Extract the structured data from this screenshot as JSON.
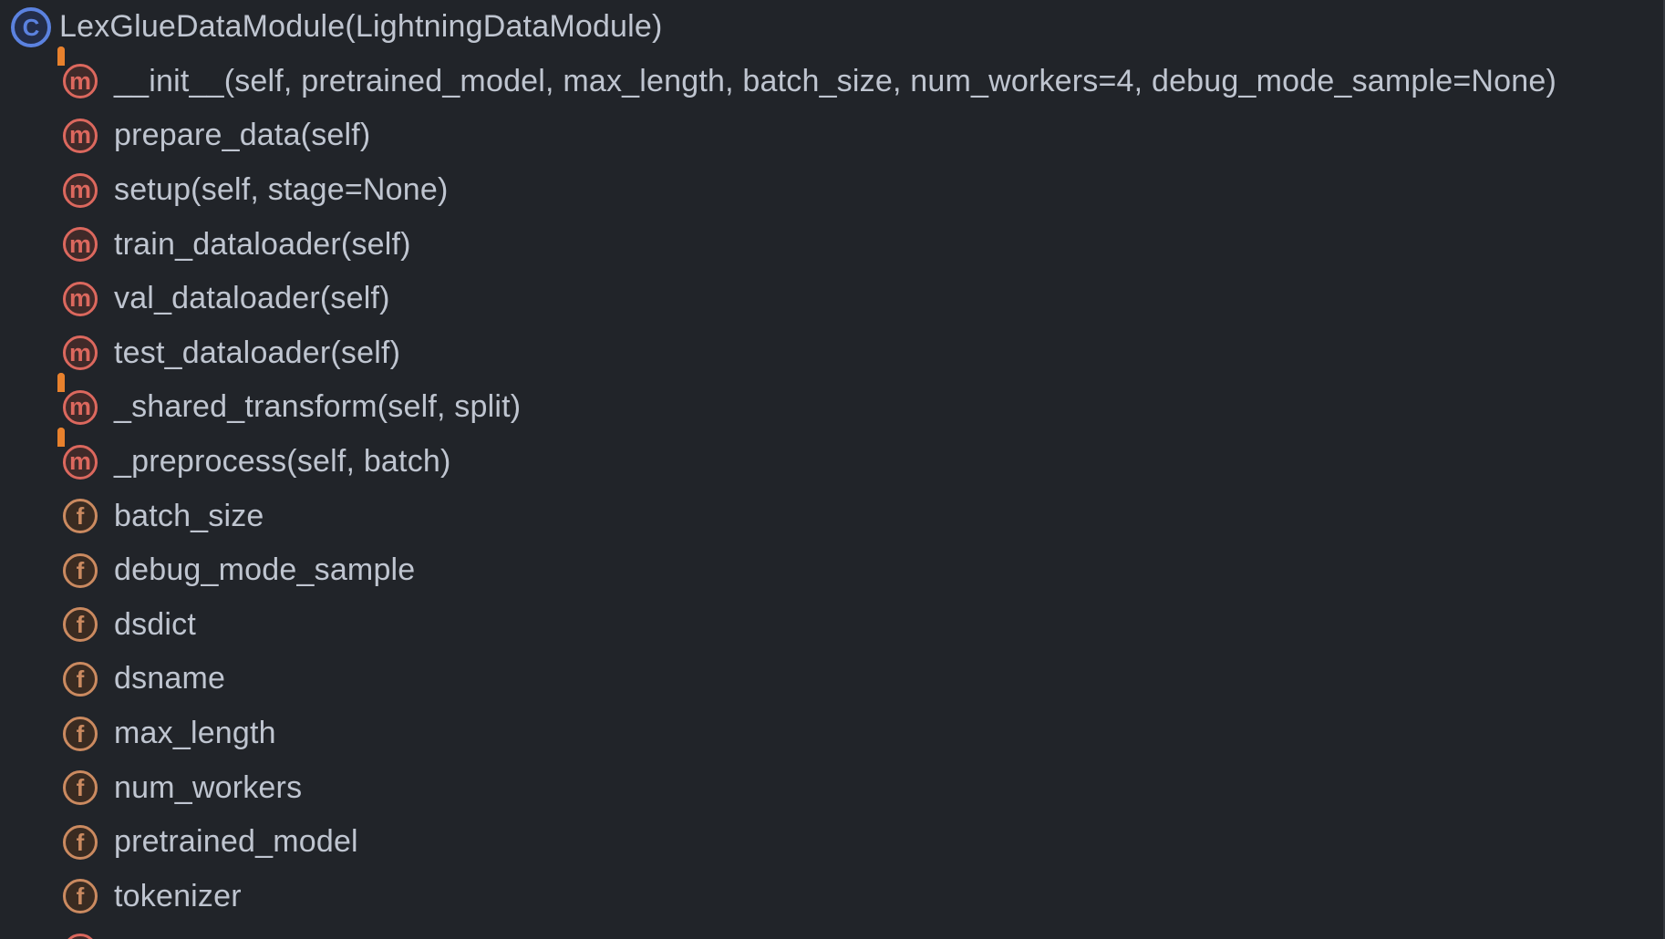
{
  "colors": {
    "background": "#212429",
    "text": "#bfc5d0",
    "class_ring": "#5b82e0",
    "class_fill": "#232d49",
    "method_ring": "#dc685e",
    "method_fill": "#402a29",
    "field_ring": "#cb8a60",
    "field_fill": "#3a2b21",
    "lock": "#e8812d",
    "panel_edge": "#35383e"
  },
  "icon_letters": {
    "class": "C",
    "method": "m",
    "field": "f"
  },
  "outline": {
    "items": [
      {
        "id": "class-lexgluedatamodule",
        "kind": "class",
        "private": false,
        "partial": false,
        "label": "LexGlueDataModule(LightningDataModule)"
      },
      {
        "id": "method-init",
        "kind": "method",
        "private": true,
        "partial": false,
        "label": "__init__(self, pretrained_model, max_length, batch_size, num_workers=4, debug_mode_sample=None)"
      },
      {
        "id": "method-prepare-data",
        "kind": "method",
        "private": false,
        "partial": false,
        "label": "prepare_data(self)"
      },
      {
        "id": "method-setup",
        "kind": "method",
        "private": false,
        "partial": false,
        "label": "setup(self, stage=None)"
      },
      {
        "id": "method-train-dataloader",
        "kind": "method",
        "private": false,
        "partial": false,
        "label": "train_dataloader(self)"
      },
      {
        "id": "method-val-dataloader",
        "kind": "method",
        "private": false,
        "partial": false,
        "label": "val_dataloader(self)"
      },
      {
        "id": "method-test-dataloader",
        "kind": "method",
        "private": false,
        "partial": false,
        "label": "test_dataloader(self)"
      },
      {
        "id": "method-shared-transform",
        "kind": "method",
        "private": true,
        "partial": false,
        "label": "_shared_transform(self, split)"
      },
      {
        "id": "method-preprocess",
        "kind": "method",
        "private": true,
        "partial": false,
        "label": "_preprocess(self, batch)"
      },
      {
        "id": "field-batch-size",
        "kind": "field",
        "private": false,
        "partial": false,
        "label": "batch_size"
      },
      {
        "id": "field-debug-mode-sample",
        "kind": "field",
        "private": false,
        "partial": false,
        "label": "debug_mode_sample"
      },
      {
        "id": "field-dsdict",
        "kind": "field",
        "private": false,
        "partial": false,
        "label": "dsdict"
      },
      {
        "id": "field-dsname",
        "kind": "field",
        "private": false,
        "partial": false,
        "label": "dsname"
      },
      {
        "id": "field-max-length",
        "kind": "field",
        "private": false,
        "partial": false,
        "label": "max_length"
      },
      {
        "id": "field-num-workers",
        "kind": "field",
        "private": false,
        "partial": false,
        "label": "num_workers"
      },
      {
        "id": "field-pretrained-model",
        "kind": "field",
        "private": false,
        "partial": false,
        "label": "pretrained_model"
      },
      {
        "id": "field-tokenizer",
        "kind": "field",
        "private": false,
        "partial": false,
        "label": "tokenizer"
      },
      {
        "id": "item-cut-off",
        "kind": "method",
        "private": false,
        "partial": true,
        "label": ""
      }
    ]
  }
}
